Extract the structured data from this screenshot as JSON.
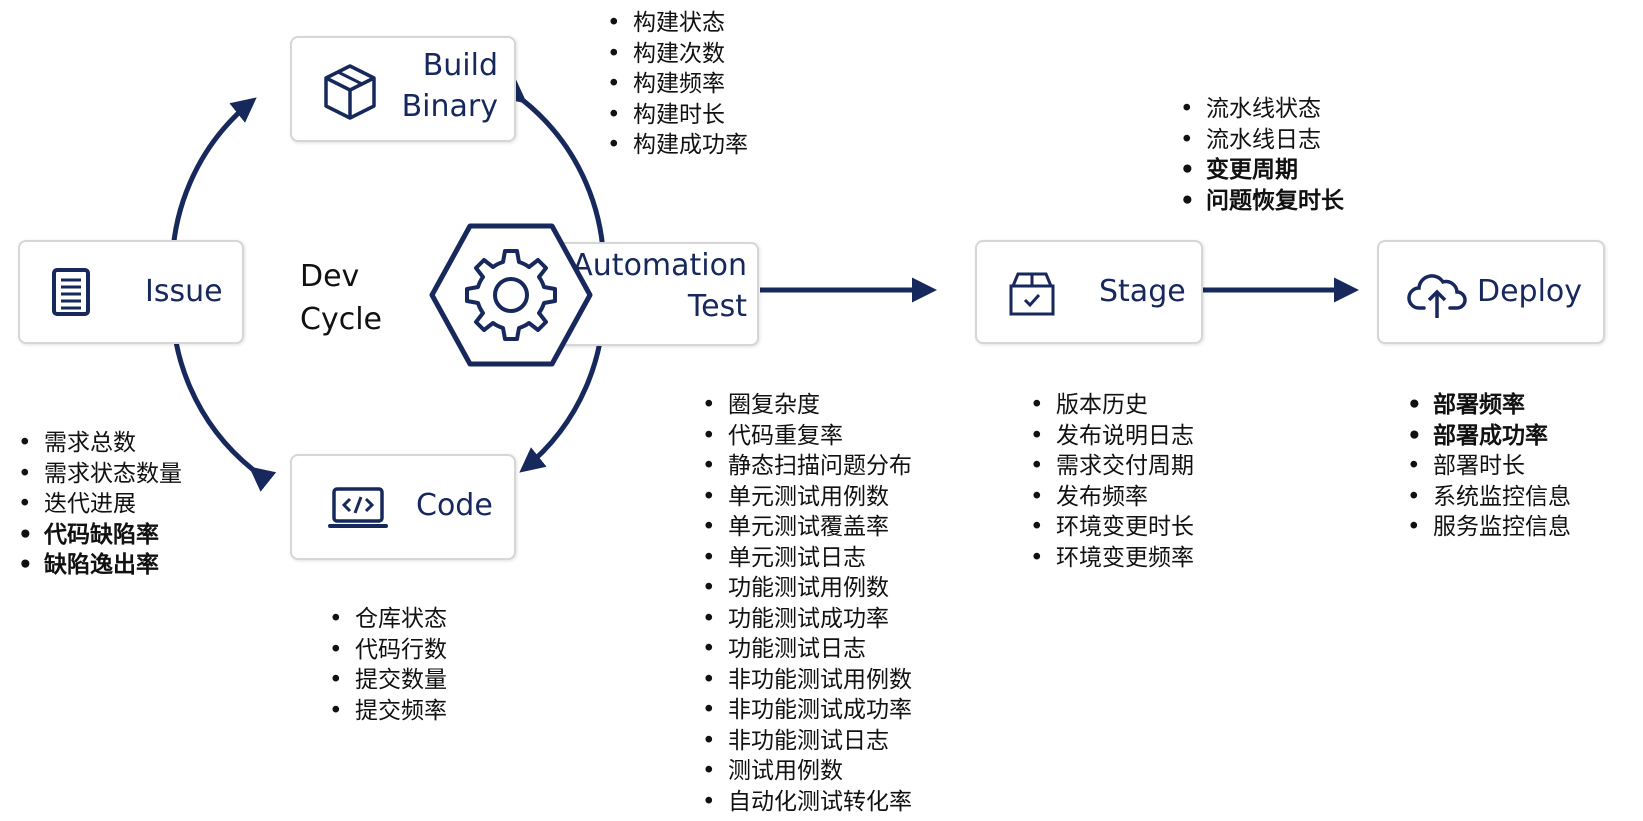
{
  "stages": {
    "issue": {
      "label": "Issue",
      "icon": "document-list-icon"
    },
    "build": {
      "label_line1": "Build",
      "label_line2": "Binary",
      "icon": "package-box-icon"
    },
    "code": {
      "label": "Code",
      "icon": "laptop-code-icon"
    },
    "automation": {
      "label_line1": "Automation",
      "label_line2": "Test",
      "icon": "gear-icon"
    },
    "stage": {
      "label": "Stage",
      "icon": "checked-box-icon"
    },
    "deploy": {
      "label": "Deploy",
      "icon": "cloud-upload-icon"
    }
  },
  "dev_cycle": {
    "line1": "Dev",
    "line2": "Cycle"
  },
  "metrics": {
    "build": [
      {
        "text": "构建状态",
        "bold": false
      },
      {
        "text": "构建次数",
        "bold": false
      },
      {
        "text": "构建频率",
        "bold": false
      },
      {
        "text": "构建时长",
        "bold": false
      },
      {
        "text": "构建成功率",
        "bold": false
      }
    ],
    "pipeline": [
      {
        "text": "流水线状态",
        "bold": false
      },
      {
        "text": "流水线日志",
        "bold": false
      },
      {
        "text": "变更周期",
        "bold": true
      },
      {
        "text": "问题恢复时长",
        "bold": true
      }
    ],
    "issue": [
      {
        "text": "需求总数",
        "bold": false
      },
      {
        "text": "需求状态数量",
        "bold": false
      },
      {
        "text": "迭代进展",
        "bold": false
      },
      {
        "text": "代码缺陷率",
        "bold": true
      },
      {
        "text": "缺陷逸出率",
        "bold": true
      }
    ],
    "code": [
      {
        "text": "仓库状态",
        "bold": false
      },
      {
        "text": "代码行数",
        "bold": false
      },
      {
        "text": "提交数量",
        "bold": false
      },
      {
        "text": "提交频率",
        "bold": false
      }
    ],
    "test": [
      {
        "text": "圈复杂度",
        "bold": false
      },
      {
        "text": "代码重复率",
        "bold": false
      },
      {
        "text": "静态扫描问题分布",
        "bold": false
      },
      {
        "text": "单元测试用例数",
        "bold": false
      },
      {
        "text": "单元测试覆盖率",
        "bold": false
      },
      {
        "text": "单元测试日志",
        "bold": false
      },
      {
        "text": "功能测试用例数",
        "bold": false
      },
      {
        "text": "功能测试成功率",
        "bold": false
      },
      {
        "text": "功能测试日志",
        "bold": false
      },
      {
        "text": "非功能测试用例数",
        "bold": false
      },
      {
        "text": "非功能测试成功率",
        "bold": false
      },
      {
        "text": "非功能测试日志",
        "bold": false
      },
      {
        "text": "测试用例数",
        "bold": false
      },
      {
        "text": "自动化测试转化率",
        "bold": false
      }
    ],
    "stage": [
      {
        "text": "版本历史",
        "bold": false
      },
      {
        "text": "发布说明日志",
        "bold": false
      },
      {
        "text": "需求交付周期",
        "bold": false
      },
      {
        "text": "发布频率",
        "bold": false
      },
      {
        "text": "环境变更时长",
        "bold": false
      },
      {
        "text": "环境变更频率",
        "bold": false
      }
    ],
    "deploy": [
      {
        "text": "部署频率",
        "bold": true
      },
      {
        "text": "部署成功率",
        "bold": true
      },
      {
        "text": "部署时长",
        "bold": false
      },
      {
        "text": "系统监控信息",
        "bold": false
      },
      {
        "text": "服务监控信息",
        "bold": false
      }
    ]
  },
  "bullet": "•",
  "colors": {
    "navy": "#16285c",
    "box_border": "#d6d6d6",
    "text": "#111111"
  }
}
